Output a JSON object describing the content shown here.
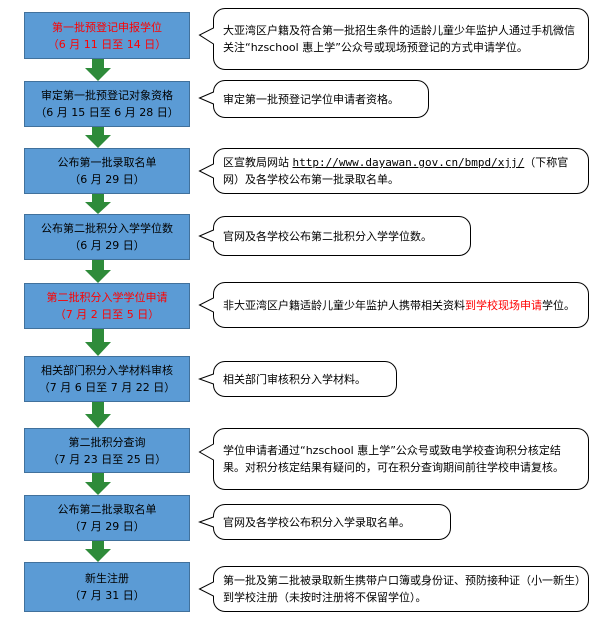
{
  "steps": [
    {
      "title": "第一批预登记申报学位",
      "date": "（6 月 11 日至 14 日）",
      "highlight": true
    },
    {
      "title": "审定第一批预登记对象资格",
      "date": "（6 月 15 日至 6 月 28 日）",
      "highlight": false
    },
    {
      "title": "公布第一批录取名单",
      "date": "（6 月 29 日）",
      "highlight": false
    },
    {
      "title": "公布第二批积分入学学位数",
      "date": "（6 月 29 日）",
      "highlight": false
    },
    {
      "title": "第二批积分入学学位申请",
      "date": "（7 月 2 日至 5 日）",
      "highlight": true
    },
    {
      "title": "相关部门积分入学材料审核",
      "date": "（7 月 6 日至 7 月 22 日）",
      "highlight": false
    },
    {
      "title": "第二批积分查询",
      "date": "（7 月 23 日至 25 日）",
      "highlight": false
    },
    {
      "title": "公布第二批录取名单",
      "date": "（7 月 29 日）",
      "highlight": false
    },
    {
      "title": "新生注册",
      "date": "（7 月 31 日）",
      "highlight": false
    }
  ],
  "notes": [
    {
      "text": "大亚湾区户籍及符合第一批招生条件的适龄儿童少年监护人通过手机微信关注“hzschool 惠上学”公众号或现场预登记的方式申请学位。"
    },
    {
      "text": "审定第一批预登记学位申请者资格。"
    },
    {
      "pre": "区宣教局网站 ",
      "url": "http://www.dayawan.gov.cn/bmpd/xjj/",
      "post": "（下称官网）及各学校公布第一批录取名单。"
    },
    {
      "text": "官网及各学校公布第二批积分入学学位数。"
    },
    {
      "pre": "非大亚湾区户籍适龄儿童少年监护人携带相关资料",
      "red": "到学校现场申请",
      "post": "学位。"
    },
    {
      "text": "相关部门审核积分入学材料。"
    },
    {
      "text": "学位申请者通过“hzschool 惠上学”公众号或致电学校查询积分核定结果。对积分核定结果有疑问的，可在积分查询期间前往学校申请复核。"
    },
    {
      "text": "官网及各学校公布积分入学录取名单。"
    },
    {
      "text": "第一批及第二批被录取新生携带户口簿或身份证、预防接种证（小一新生）到学校注册（未按时注册将不保留学位）。"
    }
  ],
  "colors": {
    "box_fill": "#5b9bd5",
    "box_border": "#41719c",
    "arrow": "#2e8b3a",
    "highlight_text": "#ff0000"
  }
}
